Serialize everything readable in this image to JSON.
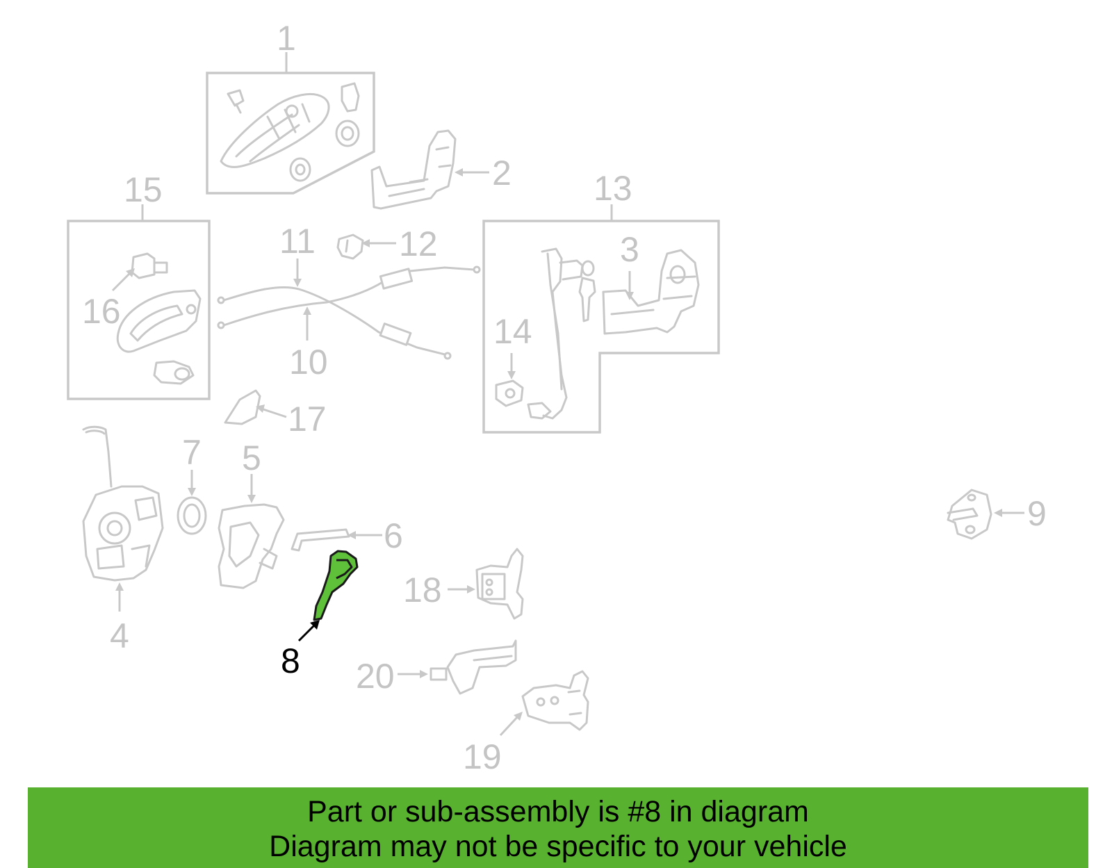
{
  "diagram": {
    "highlighted_part": "8",
    "callouts": [
      "1",
      "2",
      "3",
      "4",
      "5",
      "6",
      "7",
      "8",
      "9",
      "10",
      "11",
      "12",
      "13",
      "14",
      "15",
      "16",
      "17",
      "18",
      "19",
      "20"
    ]
  },
  "banner": {
    "line1": "Part or sub-assembly is #8 in diagram",
    "line2": "Diagram may not be specific to your vehicle",
    "color": "#58b12f"
  },
  "colors": {
    "part_line": "#c8c8c8",
    "highlight": "#5fc03a"
  }
}
